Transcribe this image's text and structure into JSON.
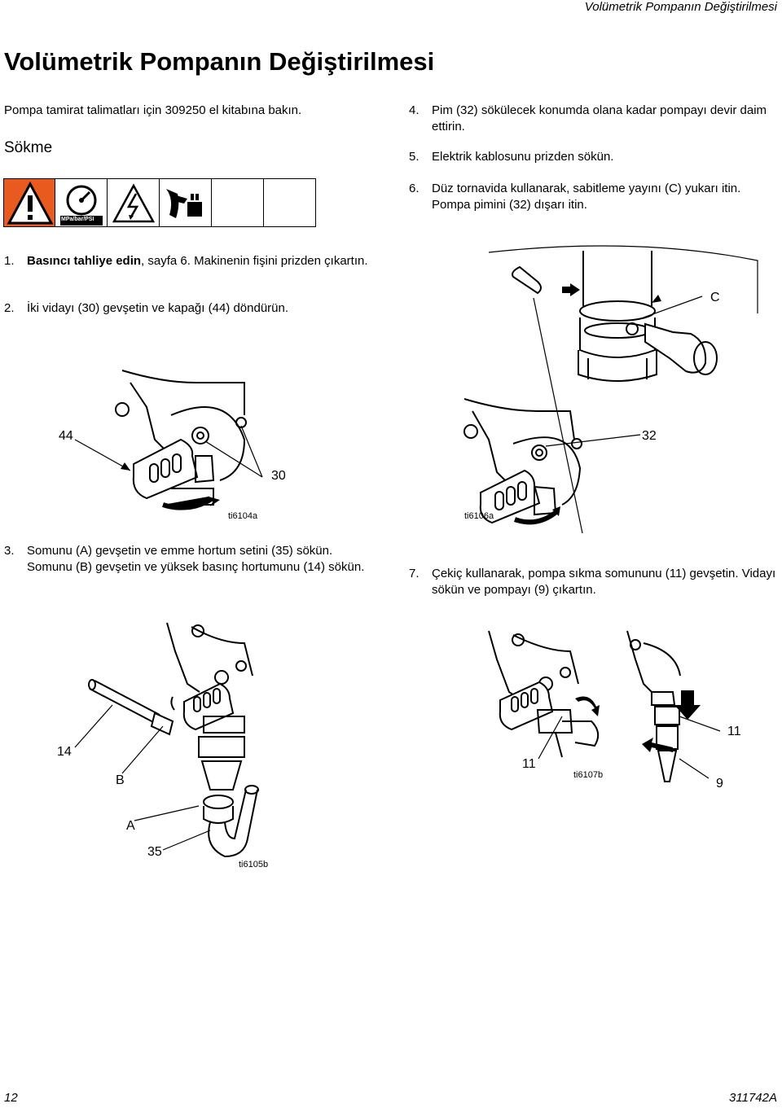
{
  "header": {
    "running_title": "Volümetrik Pompanın Değiştirilmesi"
  },
  "page_title": "Volümetrik Pompanın Değiştirilmesi",
  "intro": "Pompa tamirat talimatları için 309250 el kitabına bakın.",
  "section_title": "Sökme",
  "warning_icons": [
    "warning-exclamation-icon",
    "pressure-gauge-icon",
    "electric-shock-icon",
    "moving-parts-icon"
  ],
  "pressure_gauge_label": "MPa/bar/PSI",
  "steps_left": [
    {
      "num": "1.",
      "bold": "Basıncı tahliye edin",
      "text": ", sayfa 6. Makinenin fişini prizden çıkartın."
    },
    {
      "num": "2.",
      "text": "İki vidayı (30) gevşetin ve kapağı (44) döndürün."
    },
    {
      "num": "3.",
      "text": "Somunu (A) gevşetin ve emme hortum setini (35) sökün. Somunu (B) gevşetin ve yüksek basınç hortumunu (14) sökün."
    }
  ],
  "steps_right": [
    {
      "num": "4.",
      "text": "Pim (32) sökülecek konumda olana kadar pompayı devir daim ettirin."
    },
    {
      "num": "5.",
      "text": "Elektrik kablosunu prizden sökün."
    },
    {
      "num": "6.",
      "text": "Düz tornavida kullanarak, sabitleme yayını (C) yukarı itin. Pompa pimini (32) dışarı itin."
    },
    {
      "num": "7.",
      "text": "Çekiç kullanarak, pompa sıkma somununu (11) gevşetin. Vidayı sökün ve pompayı (9) çıkartın."
    }
  ],
  "figure_labels": {
    "c": "C",
    "l44": "44",
    "l30": "30",
    "l32": "32",
    "ti6104a": "ti6104a",
    "ti6106a": "ti6106a",
    "l14": "14",
    "lB": "B",
    "lA": "A",
    "l35": "35",
    "ti6105b": "ti6105b",
    "l11a": "11",
    "l11b": "11",
    "l9": "9",
    "ti6107b": "ti6107b"
  },
  "footer": {
    "page_number": "12",
    "doc_number": "311742A"
  }
}
